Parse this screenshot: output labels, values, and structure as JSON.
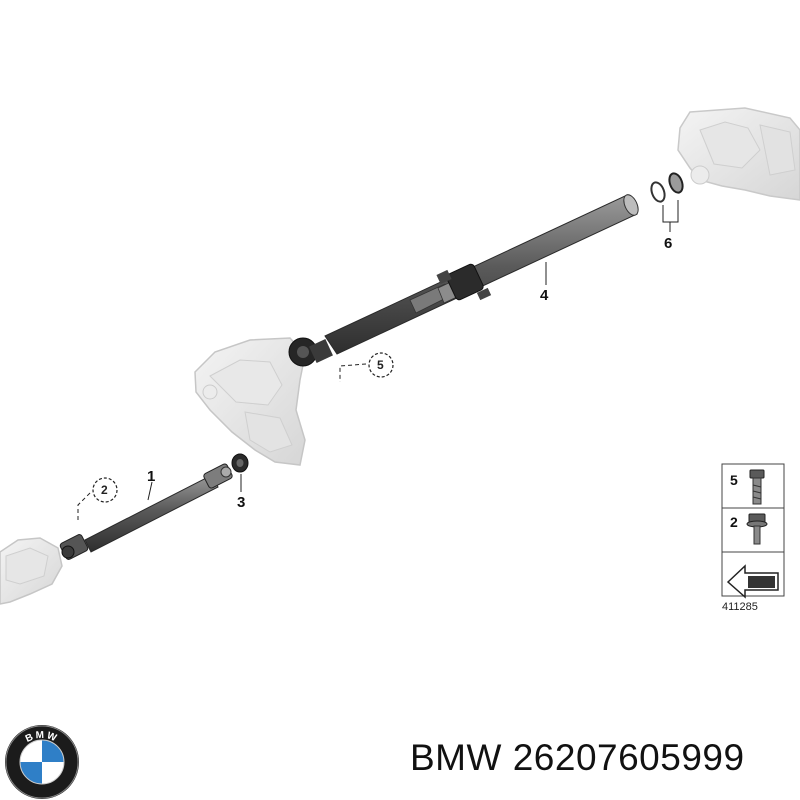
{
  "diagram": {
    "callouts": {
      "p1": "1",
      "p2": "2",
      "p3": "3",
      "p4": "4",
      "p5": "5",
      "p6": "6"
    },
    "legend": {
      "item_a": "5",
      "item_b": "2",
      "ref_number": "411285"
    }
  },
  "footer": {
    "brand": "BMW",
    "part_number": "26207605999",
    "logo_text": "BMW"
  }
}
